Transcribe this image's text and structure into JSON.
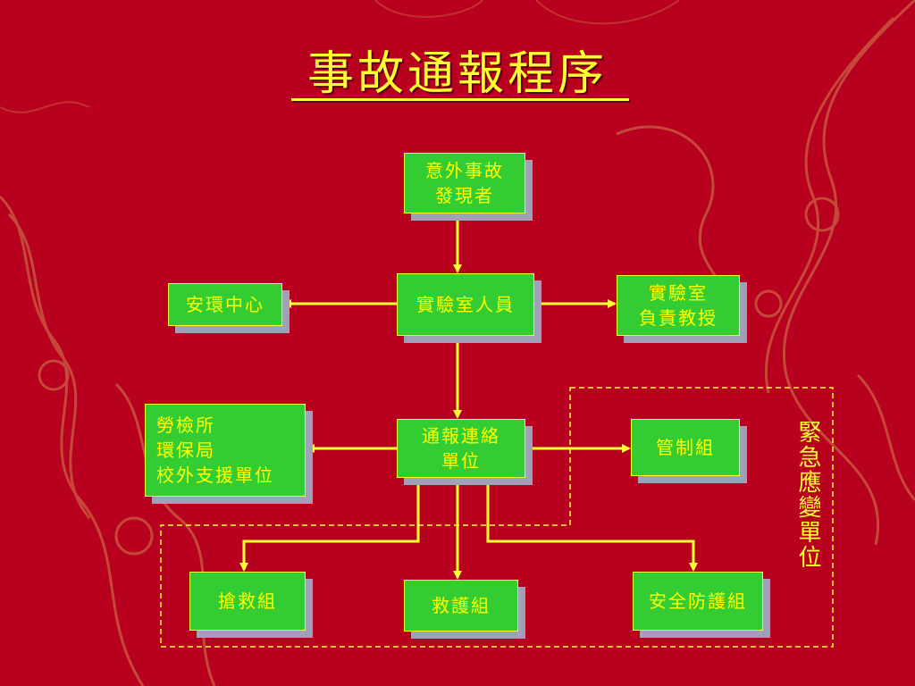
{
  "title": "事故通報程序",
  "nodes": {
    "discoverer": "意外事故\n發現者",
    "lab_staff": "實驗室人員",
    "safety_center": "安環中心",
    "lab_professor": "實驗室\n負責教授",
    "external_units": "勞檢所\n環保局\n校外支援單位",
    "notify_unit": "通報連絡\n單位",
    "control_group": "管制組",
    "rescue_group": "搶救組",
    "aid_group": "救護組",
    "protection_group": "安全防護組"
  },
  "emergency_label": "緊急應變單位",
  "colors": {
    "background": "#b8001f",
    "node_fill": "#33cc33",
    "node_border": "#ffff33",
    "text": "#ffff00",
    "connector": "#ffff33"
  }
}
